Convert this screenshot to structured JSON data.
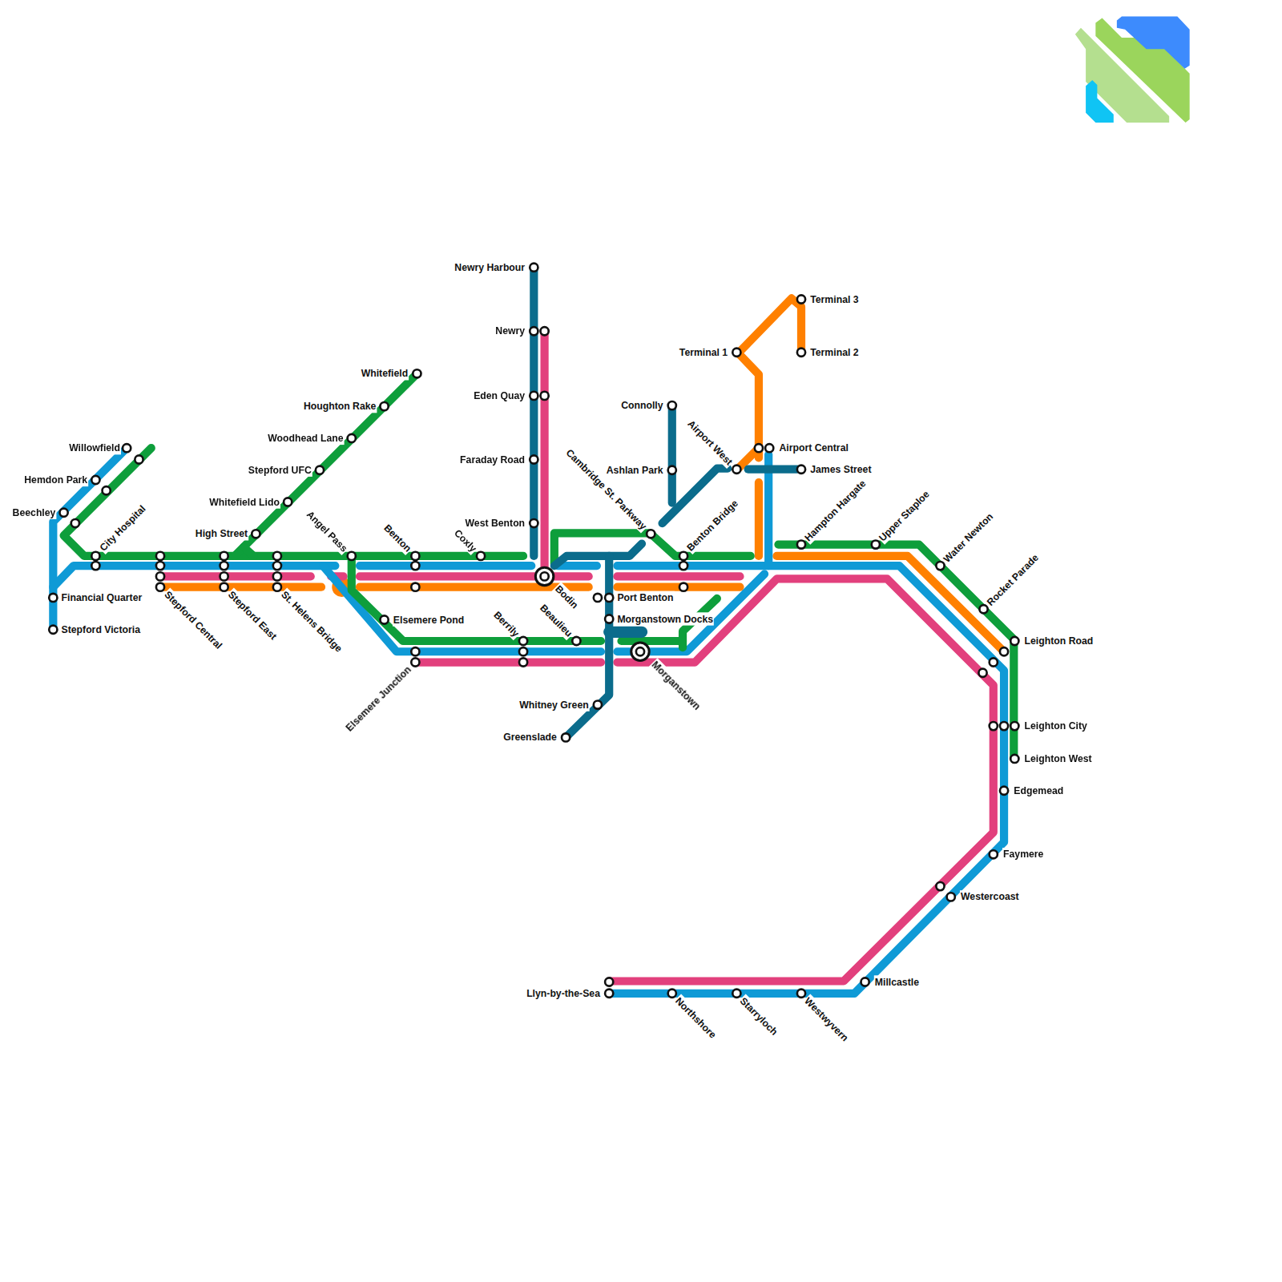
{
  "diagram": {
    "labels": [
      "Willowfield",
      "Hemdon Park",
      "Beechley",
      "City Hospital",
      "Financial Quarter",
      "Stepford Victoria",
      "Stepford Central",
      "Stepford East",
      "St. Helens Bridge",
      "High Street",
      "Whitefield Lido",
      "Stepford UFC",
      "Woodhead Lane",
      "Houghton Rake",
      "Whitefield",
      "Angel Pass",
      "Benton",
      "Coxly",
      "Elsemere Pond",
      "Elsemere Junction",
      "Berrily",
      "Beaulieu",
      "Newry Harbour",
      "Newry",
      "Eden Quay",
      "Faraday Road",
      "West Benton",
      "Bodin",
      "Port Benton",
      "Morganstown Docks",
      "Whitney Green",
      "Greenslade",
      "Morganstown",
      "Cambridge St. Parkway",
      "Benton Bridge",
      "Connolly",
      "Ashlan Park",
      "Airport West",
      "Airport Central",
      "James Street",
      "Terminal 1",
      "Terminal 3",
      "Terminal 2",
      "Hampton Hargate",
      "Upper Staploe",
      "Water Newton",
      "Rocket Parade",
      "Leighton Road",
      "Leighton City",
      "Leighton West",
      "Edgemead",
      "Faymere",
      "Westercoast",
      "Millcastle",
      "Llyn-by-the-Sea",
      "Northshore",
      "Starryloch",
      "Westwyvern"
    ]
  }
}
